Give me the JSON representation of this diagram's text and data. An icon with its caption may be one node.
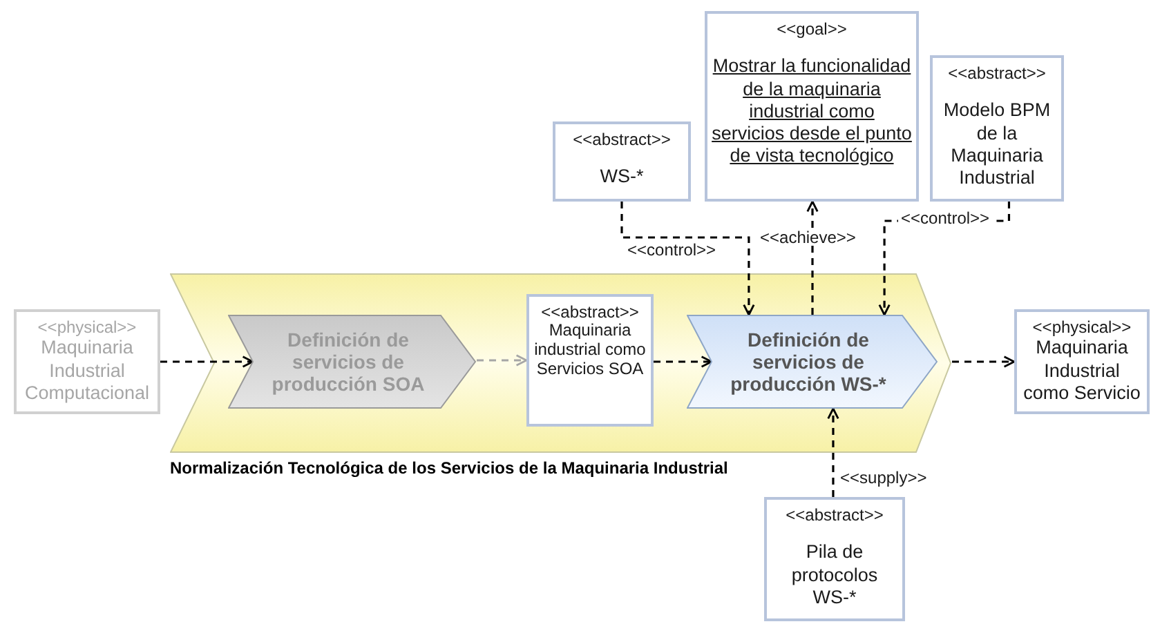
{
  "diagram": {
    "nodes": [
      {
        "text": [
          "Normalización  Tecnológica de los Servicios de la Maquinaria Industrial"
        ]
      },
      {
        "text": [
          "<<physical>>",
          "Maquinaria Industrial Computacional"
        ]
      },
      {
        "text": [
          "Definición de servicios de producción SOA"
        ],
        "in": 0
      },
      {
        "text": [
          "<<abstract>>",
          "Maquinaria industrial como Servicios SOA"
        ],
        "in": 0
      },
      {
        "text": [
          "Definición de servicios de producción WS-*"
        ],
        "in": 0
      },
      {
        "text": [
          "<<physical>>",
          "Maquinaria Industrial como Servicio"
        ]
      },
      {
        "text": [
          "<<abstract>>",
          "WS-*"
        ]
      },
      {
        "text": [
          "<<goal>>",
          "Mostrar la funcionalidad de la maquinaria industrial como servicios desde el punto de vista tecnológico"
        ]
      },
      {
        "text": [
          "<<abstract>>",
          "Modelo BPM de la Maquinaria Industrial"
        ]
      },
      {
        "text": [
          "<<abstract>>",
          "Pila de protocolos WS-*"
        ]
      }
    ],
    "edges": [
      {
        "from": 1,
        "to": 2,
        "arrow": "to",
        "style": "dashed"
      },
      {
        "from": 2,
        "to": 3,
        "arrow": "to",
        "style": "dashed",
        "color": "#a6a6a6"
      },
      {
        "from": 3,
        "to": 4,
        "arrow": "to",
        "style": "dashed"
      },
      {
        "from": 0,
        "to": 5,
        "arrow": "to",
        "style": "dashed"
      },
      {
        "from": 6,
        "to": 4,
        "arrow": "to",
        "style": "dashed",
        "label": "<<control>>"
      },
      {
        "from": 8,
        "to": 4,
        "arrow": "to",
        "style": "dashed",
        "label": "<<control>>"
      },
      {
        "from": 4,
        "to": 7,
        "arrow": "to",
        "style": "dashed",
        "label": "<<achieve>>"
      },
      {
        "from": 9,
        "to": 4,
        "arrow": "to",
        "style": "dashed",
        "label": "<<supply>>"
      }
    ]
  }
}
